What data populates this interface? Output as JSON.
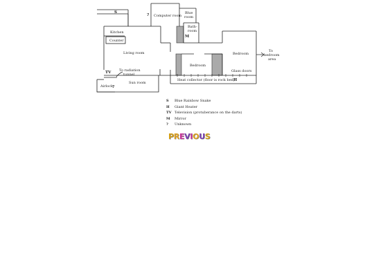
{
  "floorplan": {
    "labels": {
      "kitchen": "Kitchen",
      "counter": "Counter",
      "computer_room": "Computer room",
      "blue_room_1": "Blue",
      "blue_room_2": "room",
      "bathroom_1": "Bath-",
      "bathroom_2": "room",
      "living_room": "Living room",
      "bedroom_center": "Bedroom",
      "bedroom_right": "Bedroom",
      "to_bedrooms_1": "To",
      "to_bedrooms_2": "bedroom",
      "to_bedrooms_3": "area",
      "to_radiation_1": "To radiation",
      "to_radiation_2": "tunnel",
      "sun_room": "Sun room",
      "airlock": "Airlock",
      "heat_collector": "Heat collector (floor is rock bed)",
      "glass_doors": "Glass doors"
    },
    "markers": {
      "snake": "S",
      "unknown": "?",
      "mirror": "M",
      "tv": "TV",
      "heater": "H"
    }
  },
  "legend": [
    {
      "key": "S",
      "text": "Blue Rainbow Snake"
    },
    {
      "key": "H",
      "text": "Giant Heater"
    },
    {
      "key": "TV",
      "text": "Television (protuberance on the darts)"
    },
    {
      "key": "M",
      "text": "Mirror"
    },
    {
      "key": "?",
      "text": "Unknown"
    }
  ],
  "nav": {
    "previous_letters": [
      "P",
      "R",
      "E",
      "V",
      "I",
      "O",
      "U",
      "S"
    ],
    "letter_colors": [
      "#d4a017",
      "#e0a020",
      "#c8329a",
      "#7a3fb0",
      "#c8329a",
      "#e0a020",
      "#7a3fb0",
      "#d4a017"
    ]
  }
}
